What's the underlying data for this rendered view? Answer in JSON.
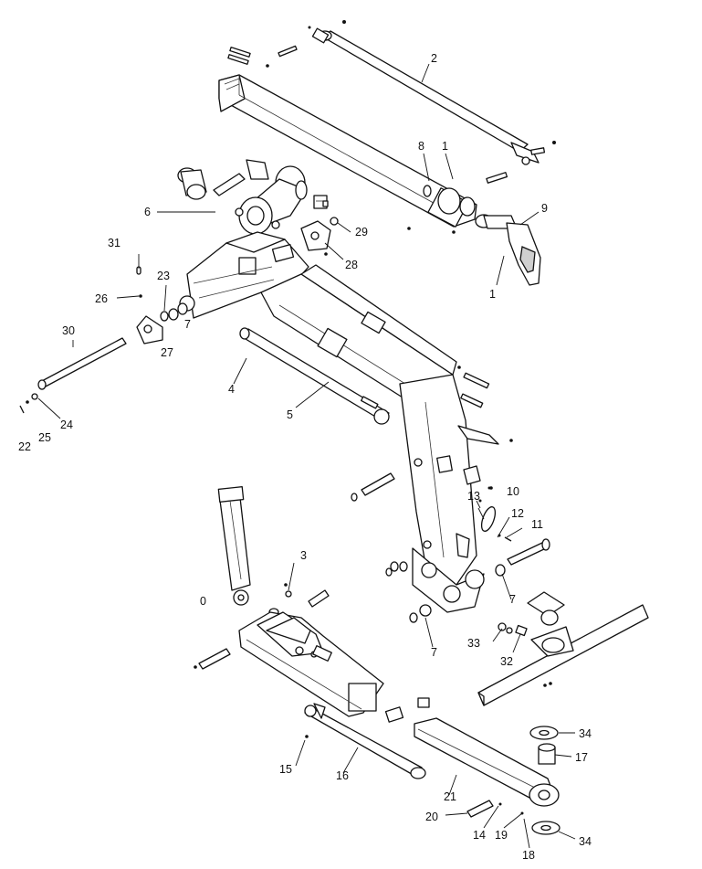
{
  "callouts": [
    {
      "id": "c2",
      "text": "2"
    },
    {
      "id": "c8",
      "text": "8"
    },
    {
      "id": "c1a",
      "text": "1"
    },
    {
      "id": "c9",
      "text": "9"
    },
    {
      "id": "c1b",
      "text": "1"
    },
    {
      "id": "c6",
      "text": "6"
    },
    {
      "id": "c29",
      "text": "29"
    },
    {
      "id": "c28",
      "text": "28"
    },
    {
      "id": "c31",
      "text": "31"
    },
    {
      "id": "c23",
      "text": "23"
    },
    {
      "id": "c26",
      "text": "26"
    },
    {
      "id": "c7a",
      "text": "7"
    },
    {
      "id": "c27",
      "text": "27"
    },
    {
      "id": "c30",
      "text": "30"
    },
    {
      "id": "c4",
      "text": "4"
    },
    {
      "id": "c5",
      "text": "5"
    },
    {
      "id": "c24",
      "text": "24"
    },
    {
      "id": "c25",
      "text": "25"
    },
    {
      "id": "c22",
      "text": "22"
    },
    {
      "id": "c10",
      "text": "10"
    },
    {
      "id": "c13",
      "text": "13"
    },
    {
      "id": "c12",
      "text": "12"
    },
    {
      "id": "c11",
      "text": "11"
    },
    {
      "id": "c3",
      "text": "3"
    },
    {
      "id": "c0",
      "text": "0"
    },
    {
      "id": "c7b",
      "text": "7"
    },
    {
      "id": "c33",
      "text": "33"
    },
    {
      "id": "c32",
      "text": "32"
    },
    {
      "id": "c7c",
      "text": "7"
    },
    {
      "id": "c34a",
      "text": "34"
    },
    {
      "id": "c17",
      "text": "17"
    },
    {
      "id": "c15",
      "text": "15"
    },
    {
      "id": "c16",
      "text": "16"
    },
    {
      "id": "c21",
      "text": "21"
    },
    {
      "id": "c20",
      "text": "20"
    },
    {
      "id": "c14",
      "text": "14"
    },
    {
      "id": "c19",
      "text": "19"
    },
    {
      "id": "c34b",
      "text": "34"
    },
    {
      "id": "c18",
      "text": "18"
    }
  ]
}
